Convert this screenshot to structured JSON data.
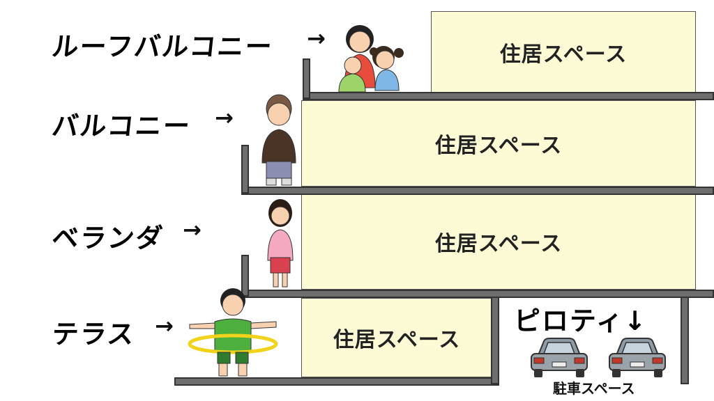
{
  "labels": {
    "roof_balcony": "ルーフバルコニー",
    "balcony": "バルコニー",
    "veranda": "ベランダ",
    "terrace": "テラス"
  },
  "arrow_right": "→",
  "room_label": "住居スペース",
  "piloti": "ピロティ↓",
  "parking": "駐車スペース",
  "colors": {
    "room": "#fdfbd6",
    "slab": "#6e6e6e",
    "outline": "#333333"
  }
}
